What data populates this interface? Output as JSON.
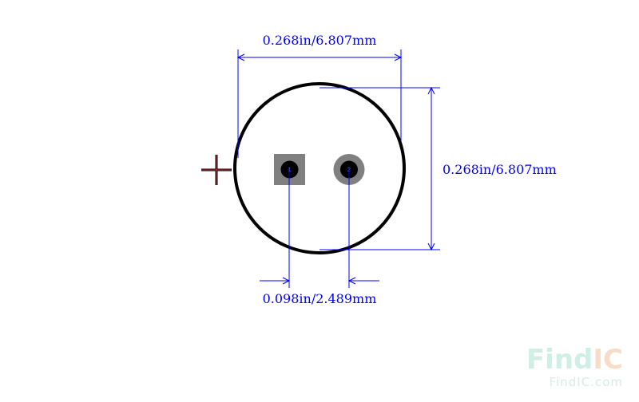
{
  "dimensions": {
    "top": "0.268in/6.807mm",
    "right": "0.268in/6.807mm",
    "bottom": "0.098in/2.489mm"
  },
  "pins": {
    "pin1": "1",
    "pin2": "2"
  },
  "watermark": {
    "logo_find": "Find",
    "logo_ic": "IC",
    "url": "FindIC.com"
  },
  "colors": {
    "dimension": "#0000ff",
    "outline": "#000000",
    "silkscreen": "#cc3344",
    "pad": "#808080",
    "watermark_find": "#cfeee6",
    "watermark_ic": "#f7dcc6"
  }
}
